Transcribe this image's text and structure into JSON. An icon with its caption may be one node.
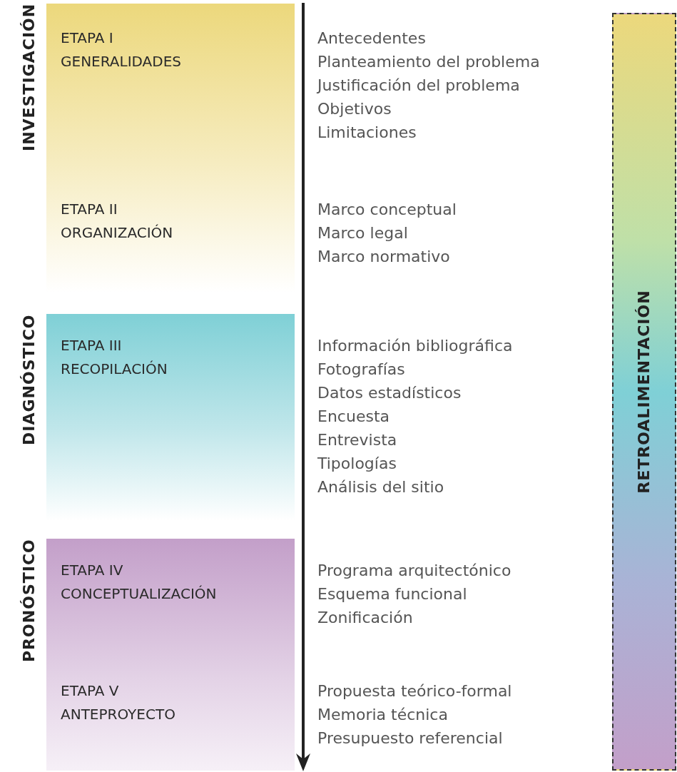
{
  "diagram": {
    "nodes": [
      {
        "text": [
          "INVESTIGACIÓN"
        ]
      },
      {
        "text": [
          "ETAPA I",
          "GENERALIDADES"
        ],
        "in": 0,
        "beside": [
          "Antecedentes",
          "Planteamiento del problema",
          "Justificación del problema",
          "Objetivos",
          "Limitaciones"
        ]
      },
      {
        "text": [
          "ETAPA II",
          "ORGANIZACIÓN"
        ],
        "in": 0,
        "beside": [
          "Marco conceptual",
          "Marco legal",
          "Marco normativo"
        ]
      },
      {
        "text": [
          "DIAGNÓSTICO"
        ]
      },
      {
        "text": [
          "ETAPA III",
          "RECOPILACIÓN"
        ],
        "in": 3,
        "beside": [
          "Información bibliográfica",
          "Fotografías",
          "Datos estadísticos",
          "Encuesta",
          "Entrevista",
          "Tipologías",
          "Análisis del sitio"
        ]
      },
      {
        "text": [
          "PRONÓSTICO"
        ]
      },
      {
        "text": [
          "ETAPA IV",
          "CONCEPTUALIZACIÓN"
        ],
        "in": 5,
        "beside": [
          "Programa arquitectónico",
          "Esquema funcional",
          "Zonificación"
        ]
      },
      {
        "text": [
          "ETAPA V",
          "ANTEPROYECTO"
        ],
        "in": 5,
        "beside": [
          "Propuesta teórico-formal",
          "Memoria técnica",
          "Presupuesto referencial"
        ]
      },
      {
        "text": [
          "RETROALIMENTACIÓN"
        ]
      }
    ]
  }
}
